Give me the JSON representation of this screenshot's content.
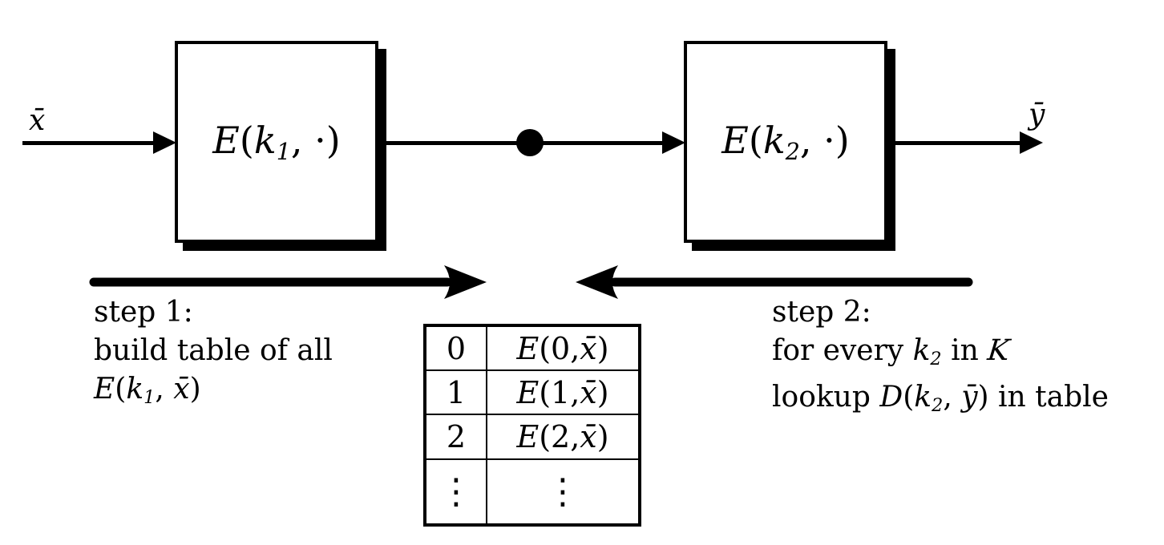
{
  "diagram": {
    "title_hint": "meet-in-the-middle double-encryption diagram",
    "colors": {
      "foreground": "#000000",
      "background": "#ffffff"
    },
    "input_label": [
      [
        "it",
        "x̄"
      ]
    ],
    "output_label": [
      [
        "it",
        "ȳ"
      ]
    ],
    "box1_label": [
      [
        "it",
        "E"
      ],
      [
        "rm",
        "("
      ],
      [
        "it",
        "k"
      ],
      [
        "sub",
        "1"
      ],
      [
        "rm",
        ", ·)"
      ]
    ],
    "box2_label": [
      [
        "it",
        "E"
      ],
      [
        "rm",
        "("
      ],
      [
        "it",
        "k"
      ],
      [
        "sub",
        "2"
      ],
      [
        "rm",
        ", ·)"
      ]
    ],
    "step1": {
      "lines": [
        [
          [
            "rm",
            "step 1:"
          ]
        ],
        [
          [
            "rm",
            "build table of all"
          ]
        ],
        [
          [
            "it",
            "E"
          ],
          [
            "rm",
            "("
          ],
          [
            "it",
            "k"
          ],
          [
            "sub",
            "1"
          ],
          [
            "rm",
            ", "
          ],
          [
            "it",
            "x̄"
          ],
          [
            "rm",
            ")"
          ]
        ]
      ]
    },
    "step2": {
      "lines": [
        [
          [
            "rm",
            "step 2:"
          ]
        ],
        [
          [
            "rm",
            "for every "
          ],
          [
            "it",
            "k"
          ],
          [
            "sub",
            "2"
          ],
          [
            "rm",
            " in "
          ],
          [
            "cal",
            "K"
          ]
        ],
        [
          [
            "rm",
            "lookup "
          ],
          [
            "it",
            "D"
          ],
          [
            "rm",
            "("
          ],
          [
            "it",
            "k"
          ],
          [
            "sub",
            "2"
          ],
          [
            "rm",
            ", "
          ],
          [
            "it",
            "ȳ"
          ],
          [
            "rm",
            ") in table"
          ]
        ]
      ]
    },
    "table": {
      "rows": [
        {
          "key": [
            [
              "rm",
              "0"
            ]
          ],
          "value": [
            [
              "it",
              "E"
            ],
            [
              "rm",
              "(0, "
            ],
            [
              "it",
              "x̄"
            ],
            [
              "rm",
              ")"
            ]
          ]
        },
        {
          "key": [
            [
              "rm",
              "1"
            ]
          ],
          "value": [
            [
              "it",
              "E"
            ],
            [
              "rm",
              "(1, "
            ],
            [
              "it",
              "x̄"
            ],
            [
              "rm",
              ")"
            ]
          ]
        },
        {
          "key": [
            [
              "rm",
              "2"
            ]
          ],
          "value": [
            [
              "it",
              "E"
            ],
            [
              "rm",
              "(2, "
            ],
            [
              "it",
              "x̄"
            ],
            [
              "rm",
              ")"
            ]
          ]
        },
        {
          "key": [
            [
              "dots",
              "⋮"
            ]
          ],
          "value": [
            [
              "dots",
              "⋮"
            ]
          ]
        }
      ]
    }
  }
}
